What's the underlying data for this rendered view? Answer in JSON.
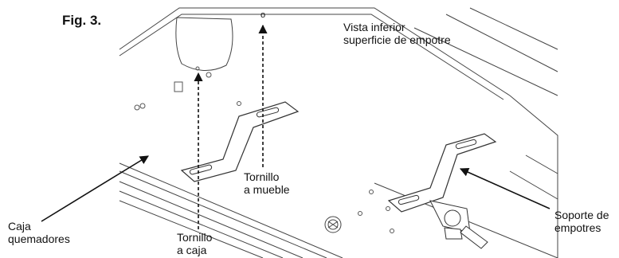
{
  "figure": {
    "label": "Fig. 3.",
    "view_title_1": "Vista inferior",
    "view_title_2": "superficie de empotre",
    "top_hole_mark": "o"
  },
  "callouts": {
    "burner_box_1": "Caja",
    "burner_box_2": "quemadores",
    "screw_box_1": "Tornillo",
    "screw_box_2": "a caja",
    "screw_cabinet_1": "Tornillo",
    "screw_cabinet_2": "a mueble",
    "bracket_1": "Soporte de",
    "bracket_2": "empotres"
  },
  "colors": {
    "ink": "#111111",
    "line": "#555555"
  }
}
